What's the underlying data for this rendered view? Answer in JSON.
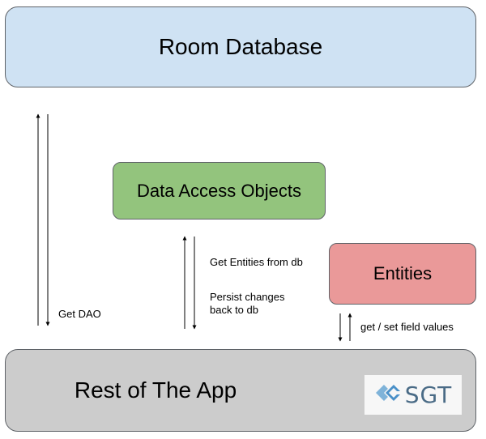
{
  "boxes": {
    "room_database": "Room Database",
    "data_access_objects": "Data Access Objects",
    "entities": "Entities",
    "rest_of_app": "Rest of The App"
  },
  "labels": {
    "get_dao": "Get DAO",
    "get_entities": "Get Entities from db",
    "persist_line1": "Persist changes",
    "persist_line2": "back to db",
    "get_set_fields": "get / set field values"
  },
  "logo": {
    "text": "SGT",
    "icon": "sgt-diamond-icon",
    "color": "#4a6b86"
  },
  "colors": {
    "room_database": "#cfe2f3",
    "data_access_objects": "#93c47d",
    "entities": "#ea9999",
    "rest_of_app": "#cccccc"
  }
}
